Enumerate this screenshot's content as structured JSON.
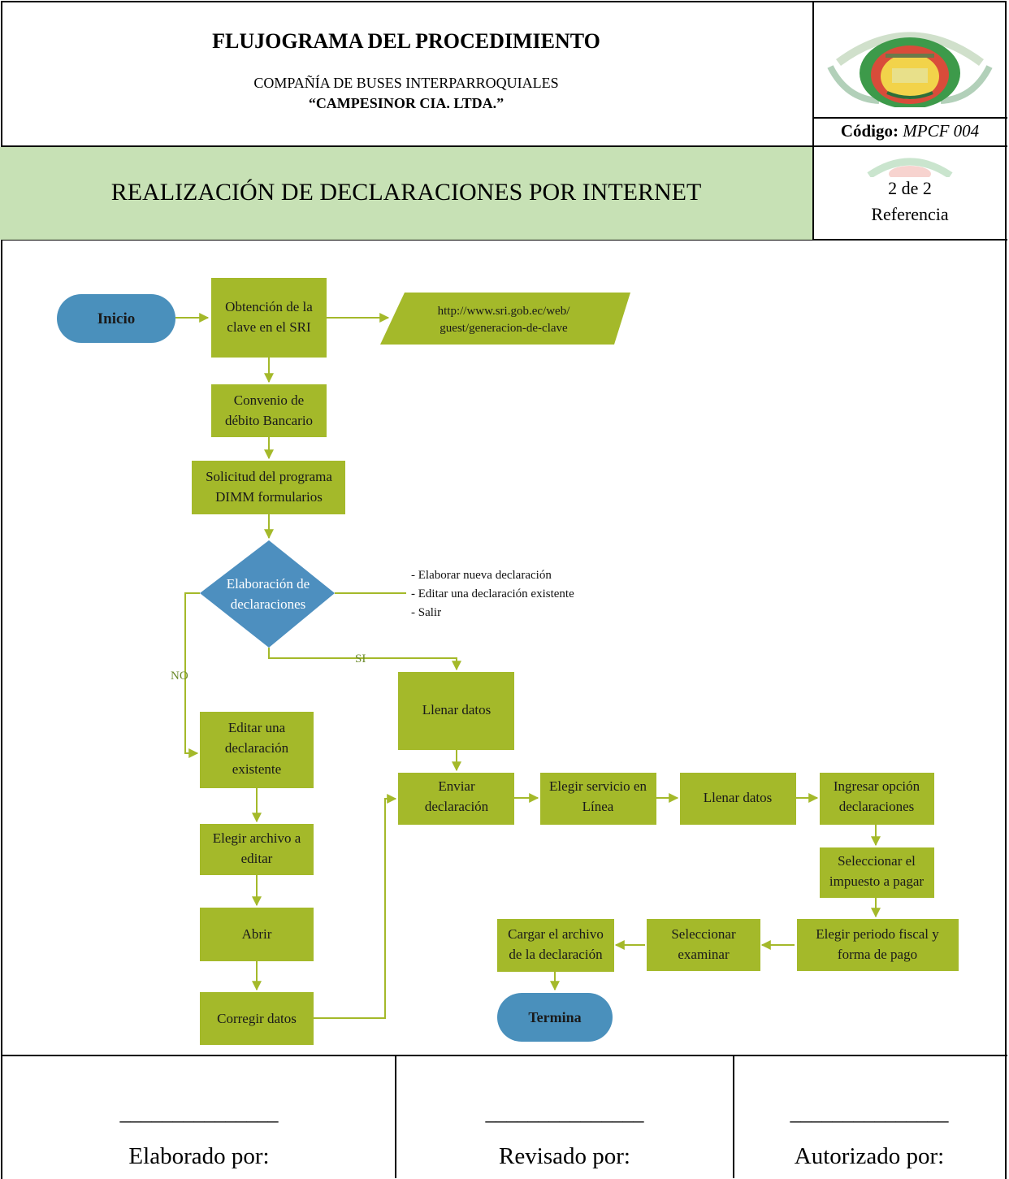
{
  "header": {
    "title": "FLUJOGRAMA DEL PROCEDIMIENTO",
    "company_line1": "COMPAÑÍA DE BUSES INTERPARROQUIALES",
    "company_line2": "“CAMPESINOR CIA. LTDA.”",
    "code_label": "Código:",
    "code_value": "MPCF 004",
    "subtitle": "REALIZACIÓN DE DECLARACIONES POR INTERNET",
    "page": "2 de 2",
    "reference": "Referencia"
  },
  "colors": {
    "process_fill": "#a4b92a",
    "terminal_fill": "#4a90bc",
    "decision_fill": "#4d8fbf",
    "arrow": "#a4b92a",
    "header_band": "#c7e1b5"
  },
  "flowchart": {
    "start": "Inicio",
    "end": "Termina",
    "obtain_key": [
      "Obtención de la",
      "clave en el SRI"
    ],
    "url": [
      "http://www.sri.gob.ec/web/",
      "guest/generacion-de-clave"
    ],
    "bank_agreement": [
      "Convenio de",
      "débito Bancario"
    ],
    "request_program": [
      "Solicitud del programa",
      "DIMM formularios"
    ],
    "decision": [
      "Elaboración de",
      "declaraciones"
    ],
    "options": [
      "- Elaborar nueva declaración",
      "- Editar una declaración existente",
      "- Salir"
    ],
    "label_no": "NO",
    "label_si": "SI",
    "edit_existing": [
      "Editar una",
      "declaración",
      "existente"
    ],
    "choose_file": [
      "Elegir archivo a",
      "editar"
    ],
    "open": [
      "Abrir"
    ],
    "correct_data": [
      "Corregir datos"
    ],
    "fill_data": [
      "Llenar datos"
    ],
    "send": [
      "Enviar",
      "declaración"
    ],
    "online_service": [
      "Elegir servicio en",
      "Línea"
    ],
    "fill_data_2": [
      "Llenar datos"
    ],
    "enter_option": [
      "Ingresar opción",
      "declaraciones"
    ],
    "select_tax": [
      "Seleccionar el",
      "impuesto a pagar"
    ],
    "fiscal_period": [
      "Elegir periodo fiscal y",
      "forma de pago"
    ],
    "select_browse": [
      "Seleccionar",
      "examinar"
    ],
    "upload_file": [
      "Cargar el archivo",
      "de la declaración"
    ]
  },
  "signatures": {
    "line": "_______________",
    "prepared": "Elaborado por:",
    "reviewed": "Revisado por:",
    "authorized": "Autorizado por:"
  }
}
